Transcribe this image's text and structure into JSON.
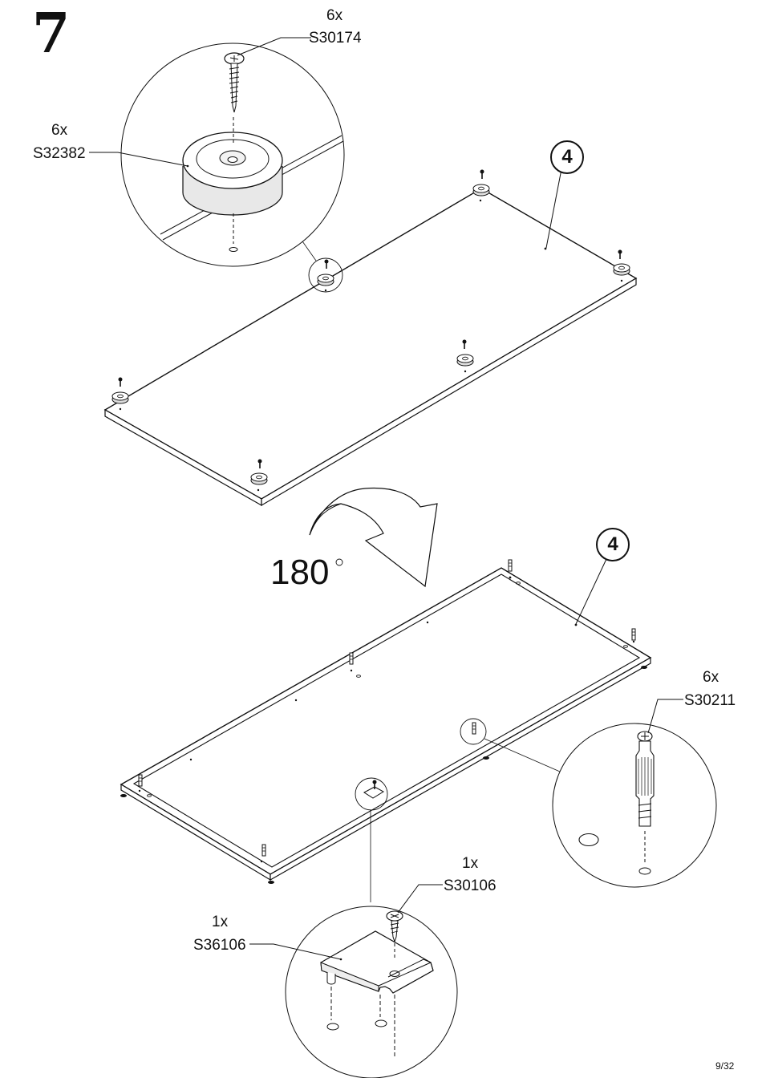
{
  "step_number": "7",
  "rotation_label": "180",
  "page_number": "9/32",
  "panel_part_id": "4",
  "callouts": {
    "screw_top": {
      "qty": "6x",
      "code": "S30174"
    },
    "foot_pad": {
      "qty": "6x",
      "code": "S32382"
    },
    "dowel": {
      "qty": "6x",
      "code": "S30211"
    },
    "screw_bracket": {
      "qty": "1x",
      "code": "S30106"
    },
    "bracket": {
      "qty": "1x",
      "code": "S36106"
    }
  },
  "colors": {
    "line": "#111111",
    "background": "#ffffff",
    "shade": "#d9d9d9"
  }
}
